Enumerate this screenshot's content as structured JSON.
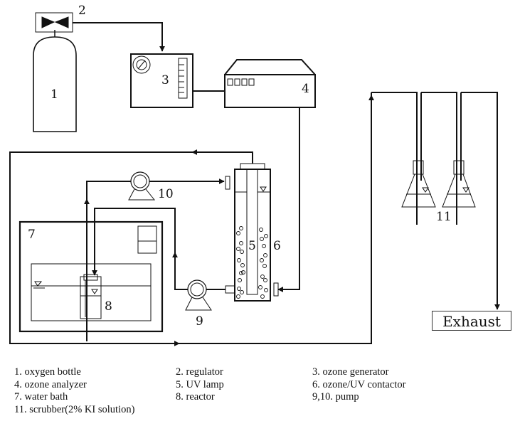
{
  "labels": {
    "oxygen_bottle": "1",
    "regulator": "2",
    "ozone_generator": "3",
    "ozone_analyzer": "4",
    "uv_lamp": "5",
    "contactor": "6",
    "water_bath": "7",
    "reactor": "8",
    "pump9": "9",
    "pump10": "10",
    "scrubber": "11",
    "exhaust": "Exhaust"
  },
  "legend": [
    [
      "1. oxygen bottle",
      "2. regulator",
      "3. ozone generator"
    ],
    [
      "4. ozone analyzer",
      "5. UV lamp",
      "6. ozone/UV contactor"
    ],
    [
      "7. water bath",
      "8. reactor",
      "9,10. pump"
    ],
    [
      "11. scrubber(2% KI solution)",
      "",
      ""
    ]
  ]
}
